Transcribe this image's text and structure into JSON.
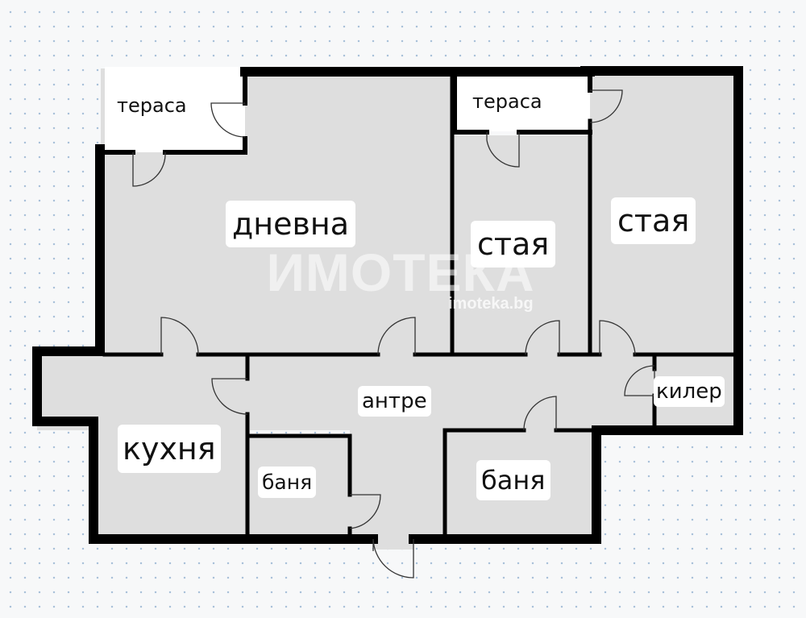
{
  "plan": {
    "rooms": {
      "living": "дневна",
      "room1": "стая",
      "room2": "стая",
      "terrace1": "тераса",
      "terrace2": "тераса",
      "kitchen": "кухня",
      "hall": "антре",
      "bath1": "баня",
      "bath2": "баня",
      "storage": "килер"
    },
    "watermark": {
      "brand": "ИМОТЕКА",
      "site": "imoteka.bg"
    }
  },
  "colors": {
    "background": "#f7f8f9",
    "grid_dots": "#a9c1d9",
    "wall": "#000000",
    "floor": "#dedede",
    "terrace_floor": "#ffffff",
    "label_bg": "#ffffff"
  }
}
